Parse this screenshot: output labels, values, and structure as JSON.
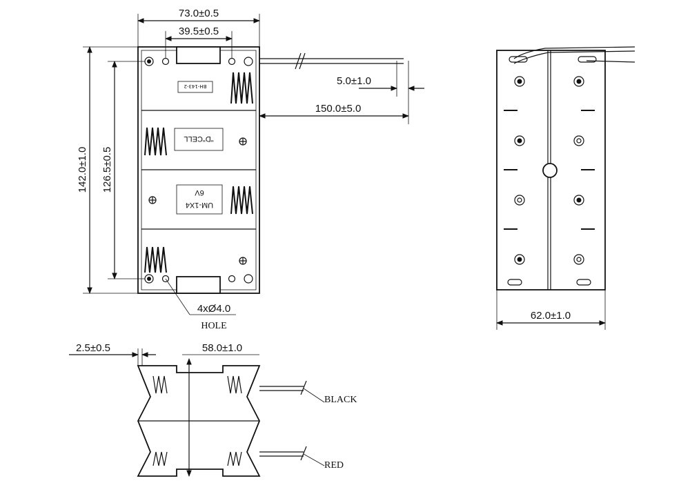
{
  "dimensions": {
    "overall_width": "73.0±0.5",
    "inner_spacing": "39.5±0.5",
    "overall_length": "142.0±1.0",
    "hole_spacing": "126.5±0.5",
    "wire_strip": "5.0±1.0",
    "wire_length": "150.0±5.0",
    "holes": "4xØ4.0",
    "hole_label": "HOLE",
    "side_width": "62.0±1.0",
    "wall": "2.5±0.5",
    "height": "58.0±1.0"
  },
  "labels": {
    "part_no": "BH-143-2",
    "cell": "\"D\"CELL",
    "model": "UM-1X4",
    "voltage": "6V",
    "black": "BLACK",
    "red": "RED"
  }
}
